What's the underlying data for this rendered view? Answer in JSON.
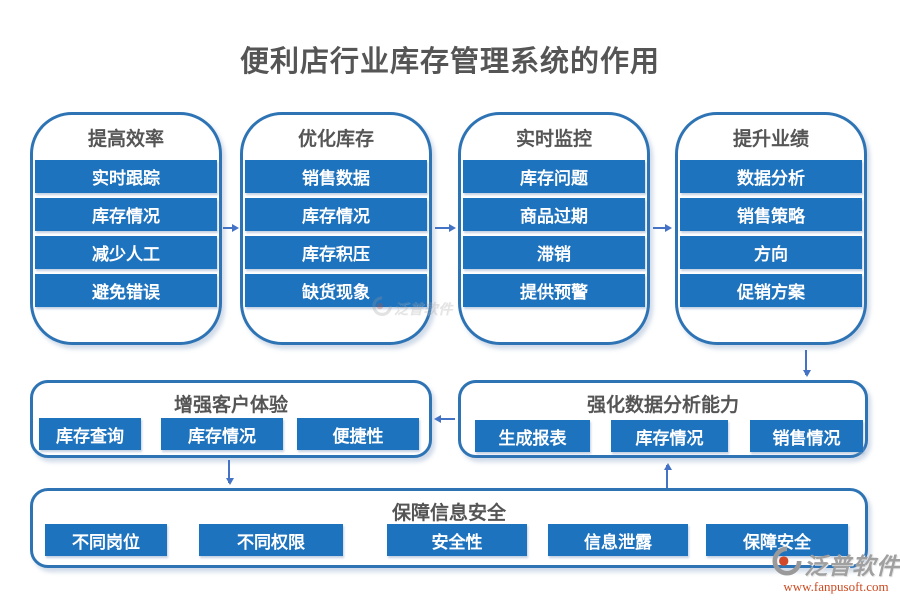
{
  "title": "便利店行业库存管理系统的作用",
  "columns": [
    {
      "title": "提高效率",
      "items": [
        "实时跟踪",
        "库存情况",
        "减少人工",
        "避免错误"
      ]
    },
    {
      "title": "优化库存",
      "items": [
        "销售数据",
        "库存情况",
        "库存积压",
        "缺货现象"
      ]
    },
    {
      "title": "实时监控",
      "items": [
        "库存问题",
        "商品过期",
        "滞销",
        "提供预警"
      ]
    },
    {
      "title": "提升业绩",
      "items": [
        "数据分析",
        "销售策略",
        "方向",
        "促销方案"
      ]
    }
  ],
  "middle_boxes": [
    {
      "title": "增强客户体验",
      "items": [
        "库存查询",
        "库存情况",
        "便捷性"
      ]
    },
    {
      "title": "强化数据分析能力",
      "items": [
        "生成报表",
        "库存情况",
        "销售情况"
      ]
    }
  ],
  "bottom_box": {
    "title": "保障信息安全",
    "items": [
      "不同岗位",
      "不同权限",
      "安全性",
      "信息泄露",
      "保障安全"
    ]
  },
  "arrows": [
    "提高效率→优化库存",
    "优化库存→实时监控",
    "实时监控→提升业绩",
    "提升业绩→强化数据分析能力",
    "强化数据分析能力→增强客户体验",
    "增强客户体验→保障信息安全",
    "保障信息安全→强化数据分析能力"
  ],
  "watermark": {
    "brand": "泛普软件",
    "url": "www.fanpusoft.com"
  },
  "colors": {
    "button_blue": "#1E73BE",
    "border_blue": "#2E74B5",
    "arrow_blue": "#4472C4",
    "title_gray": "#555555",
    "brand_orange": "#cc4a22"
  }
}
